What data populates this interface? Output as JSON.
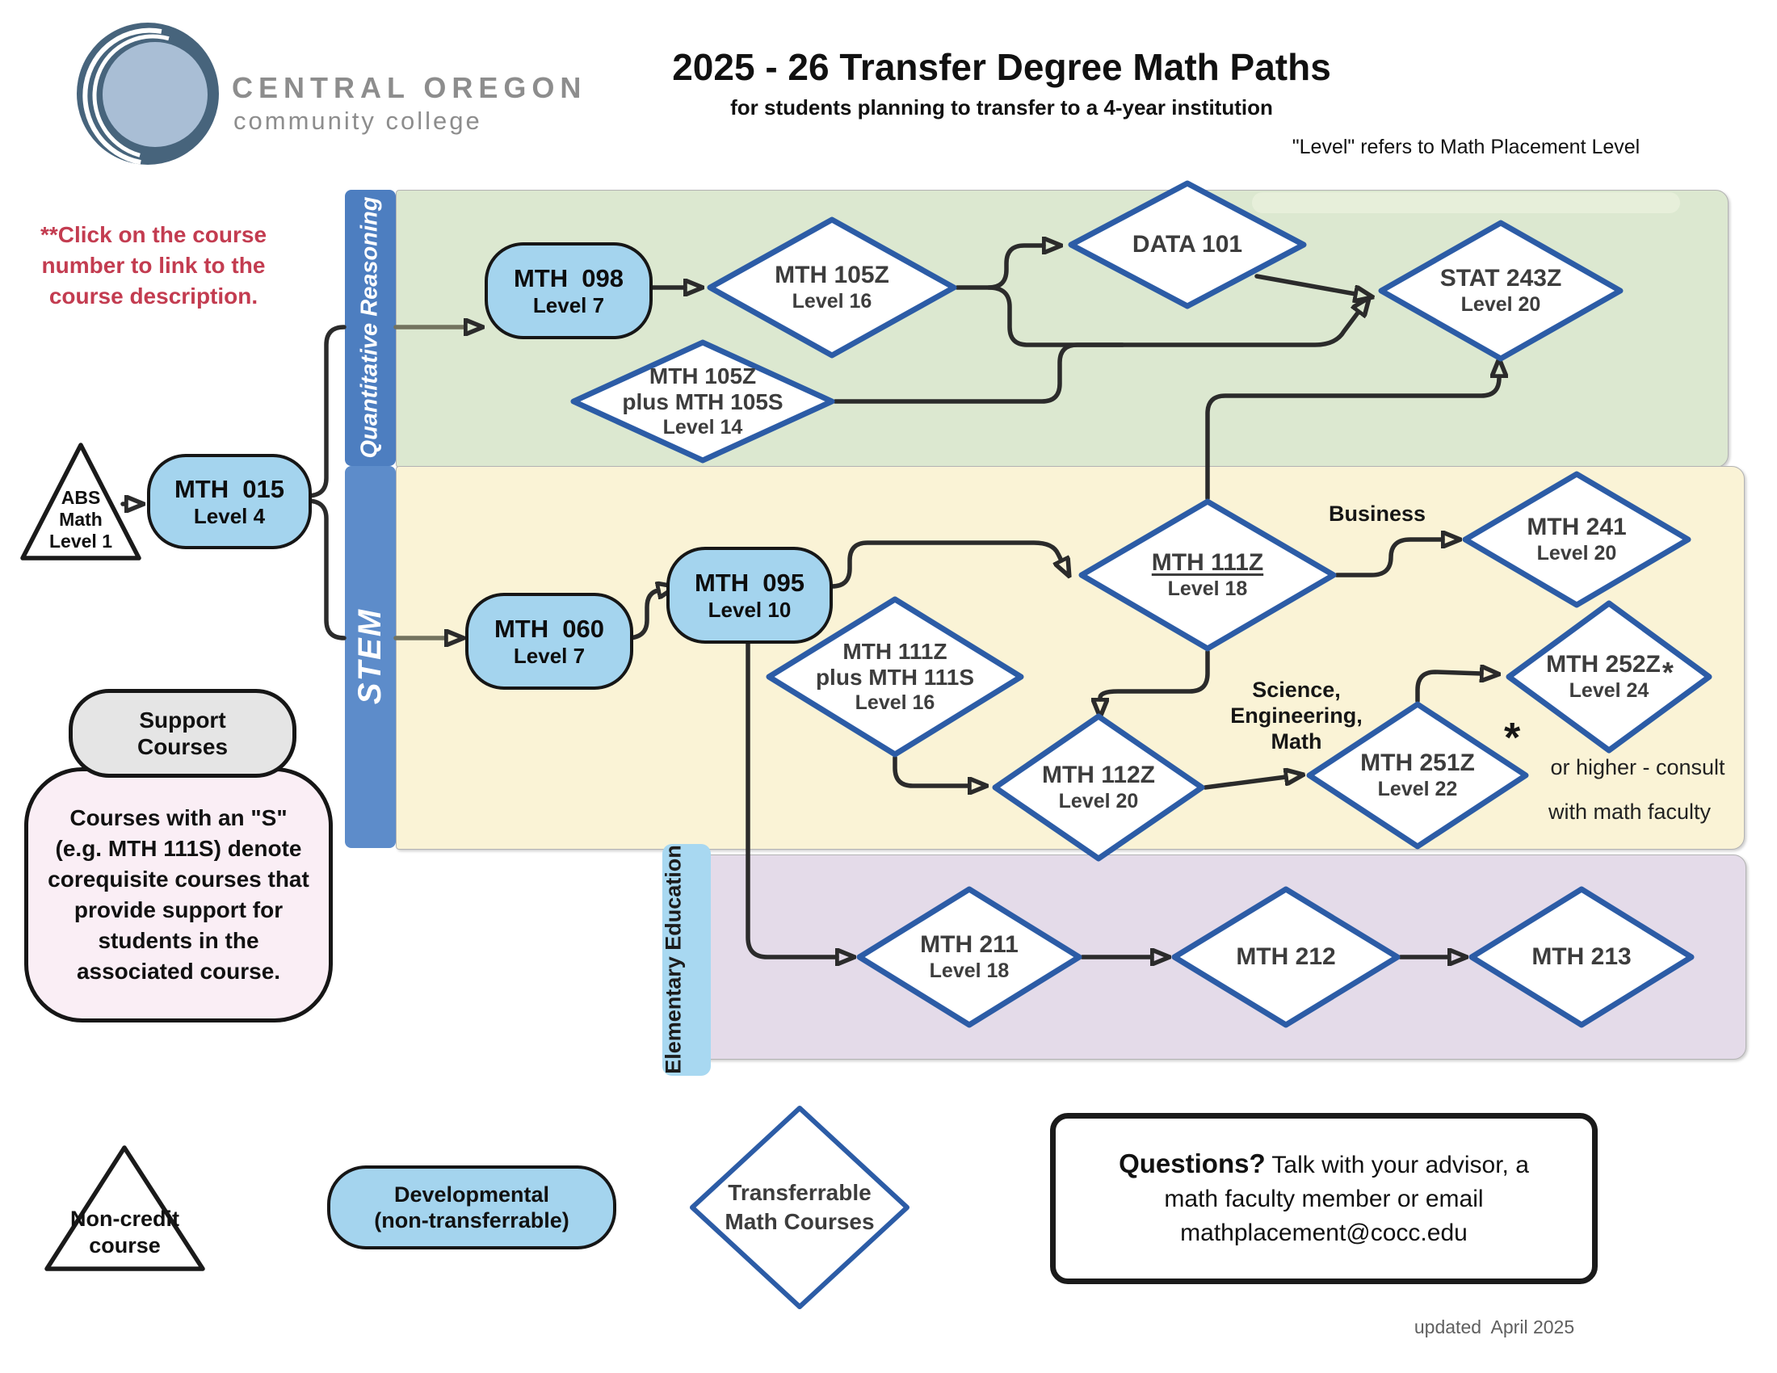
{
  "page": {
    "title": "2025 - 26 Transfer Degree Math Paths",
    "subtitle": "for students planning to transfer to a 4-year institution",
    "level_note": "\"Level\" refers to Math Placement Level",
    "click_note": "**Click on the course number to link to the course description.",
    "updated": "updated  April 2025"
  },
  "logo": {
    "name": "CENTRAL OREGON",
    "tagline": "community college"
  },
  "bands": {
    "qr": {
      "label": "Quantitative Reasoning",
      "bg": "#dce8d0",
      "strip": "#4d7ec0"
    },
    "stem": {
      "label": "STEM",
      "bg": "#faf3d6",
      "strip": "#5d8cca"
    },
    "elem": {
      "label": "Elementary Education",
      "bg": "#e4dbe9",
      "strip": "#a8d8f1"
    }
  },
  "nodes": {
    "abs": {
      "line1": "ABS",
      "line2": "Math",
      "line3": "Level 1"
    },
    "mth015": {
      "title": "MTH  015",
      "level": "Level 4"
    },
    "mth098": {
      "title": "MTH  098",
      "level": "Level 7"
    },
    "mth105z": {
      "title": "MTH 105Z",
      "level": "Level 16"
    },
    "data101": {
      "title": "DATA 101"
    },
    "stat243z": {
      "title": "STAT 243Z",
      "level": "Level 20"
    },
    "mth105zs": {
      "line1": "MTH 105Z",
      "line2": "plus MTH 105S",
      "level": "Level 14"
    },
    "mth060": {
      "title": "MTH  060",
      "level": "Level 7"
    },
    "mth095": {
      "title": "MTH  095",
      "level": "Level 10"
    },
    "mth111zs": {
      "line1": "MTH 111Z",
      "line2": "plus MTH 111S",
      "level": "Level 16"
    },
    "mth111z": {
      "title": "MTH 111Z",
      "level": "Level 18"
    },
    "mth241": {
      "title": "MTH 241",
      "level": "Level 20"
    },
    "mth112z": {
      "title": "MTH 112Z",
      "level": "Level 20"
    },
    "mth251z": {
      "title": "MTH 251Z",
      "level": "Level 22"
    },
    "mth252z": {
      "title": "MTH 252Z",
      "level": "Level 24",
      "star": "*"
    },
    "mth211": {
      "title": "MTH 211",
      "level": "Level 18"
    },
    "mth212": {
      "title": "MTH 212"
    },
    "mth213": {
      "title": "MTH 213"
    }
  },
  "path_labels": {
    "business": "Business",
    "sem1": "Science,",
    "sem2": "Engineering,",
    "sem3": "Math",
    "star": "*",
    "star_note1": "or higher - consult",
    "star_note2": "with math faculty"
  },
  "support": {
    "title1": "Support",
    "title2": "Courses",
    "body": "Courses with an \"S\" (e.g. MTH 111S) denote corequisite courses that provide support for students in the associated course."
  },
  "legend": {
    "noncredit1": "Non-credit",
    "noncredit2": "course",
    "dev1": "Developmental",
    "dev2": "(non-transferrable)",
    "transfer1": "Transferrable",
    "transfer2": "Math Courses"
  },
  "questions": {
    "heading": "Questions?",
    "line1": "Talk with your advisor, a",
    "line2": "math faculty member or email",
    "line3": "mathplacement@cocc.edu"
  },
  "colors": {
    "arrow": "#2b2b2b",
    "arrow_muted": "#72725e",
    "diamond_border": "#2c5ca6",
    "course_fill": "#a4d4ee",
    "red_note": "#c33c50"
  }
}
